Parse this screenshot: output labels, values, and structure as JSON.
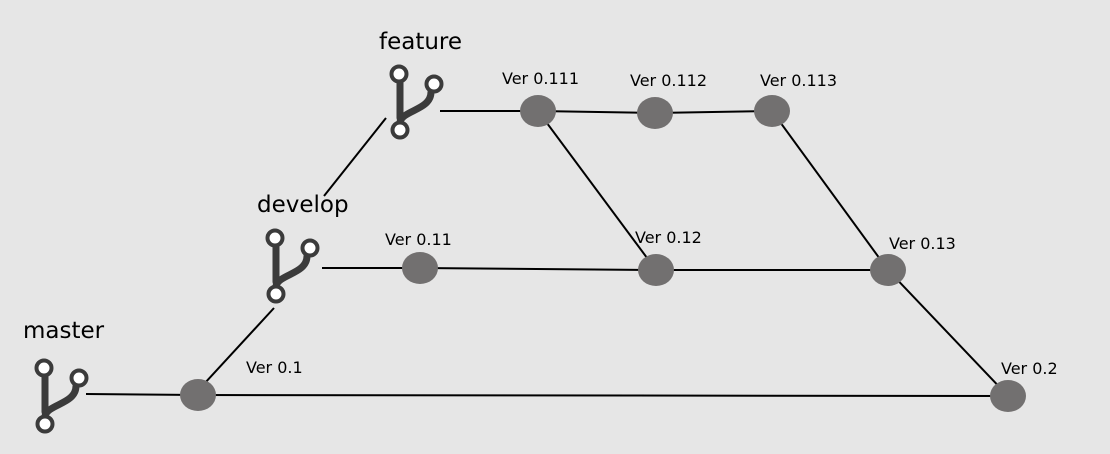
{
  "colors": {
    "background": "#e6e6e6",
    "node_fill": "#727070",
    "icon": "#3b3b3b",
    "edge": "#000000"
  },
  "branches": [
    {
      "id": "master",
      "label": "master",
      "icon": "git-branch-icon"
    },
    {
      "id": "develop",
      "label": "develop",
      "icon": "git-branch-icon"
    },
    {
      "id": "feature",
      "label": "feature",
      "icon": "git-branch-icon"
    }
  ],
  "nodes": [
    {
      "id": "v01",
      "label": "Ver 0.1"
    },
    {
      "id": "v011",
      "label": "Ver 0.11"
    },
    {
      "id": "v012",
      "label": "Ver 0.12"
    },
    {
      "id": "v013",
      "label": "Ver 0.13"
    },
    {
      "id": "v0111",
      "label": "Ver 0.111"
    },
    {
      "id": "v0112",
      "label": "Ver 0.112"
    },
    {
      "id": "v0113",
      "label": "Ver 0.113"
    },
    {
      "id": "v02",
      "label": "Ver 0.2"
    }
  ],
  "edges": [
    [
      "master",
      "v01"
    ],
    [
      "v01",
      "v02"
    ],
    [
      "v01",
      "develop"
    ],
    [
      "develop",
      "v011"
    ],
    [
      "v011",
      "v012"
    ],
    [
      "v012",
      "v013"
    ],
    [
      "v013",
      "v02"
    ],
    [
      "develop",
      "feature"
    ],
    [
      "feature",
      "v0111"
    ],
    [
      "v0111",
      "v0112"
    ],
    [
      "v0112",
      "v0113"
    ],
    [
      "v0111",
      "v012"
    ],
    [
      "v0113",
      "v013"
    ]
  ]
}
